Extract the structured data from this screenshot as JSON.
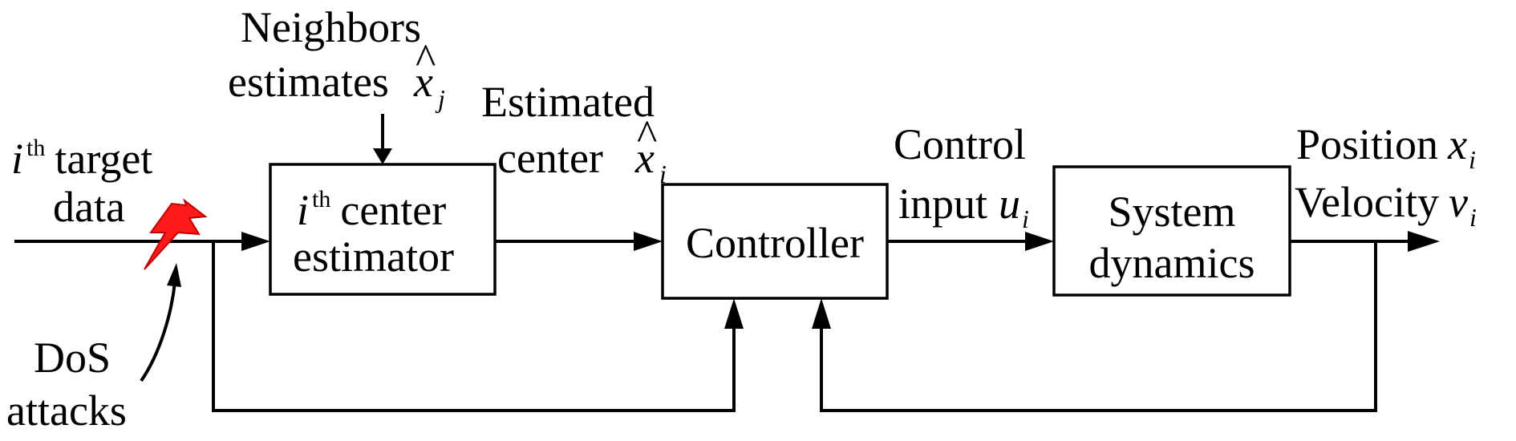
{
  "diagram": {
    "input": {
      "i": "i",
      "th": "th",
      "target": "target",
      "data": "data"
    },
    "neighbors": {
      "line1": "Neighbors",
      "line2": "estimates",
      "x": "x",
      "hat": "^",
      "sub": "j"
    },
    "dos": {
      "line1": "DoS",
      "line2": "attacks"
    },
    "estimator": {
      "i": "i",
      "th": "th",
      "center": "center",
      "line2": "estimator"
    },
    "estimated_center": {
      "line1": "Estimated",
      "line2": "center",
      "x": "x",
      "hat": "^",
      "sub": "i"
    },
    "controller": {
      "label": "Controller"
    },
    "control_input": {
      "line1": "Control",
      "line2": "input",
      "u": "u",
      "sub": "i"
    },
    "system": {
      "line1": "System",
      "line2": "dynamics"
    },
    "output": {
      "position": "Position",
      "x": "x",
      "x_sub": "i",
      "velocity": "Velocity",
      "v": "v",
      "v_sub": "i"
    },
    "colors": {
      "line": "#000000",
      "lightning_fill": "#ff1a1a",
      "lightning_stroke": "#c00000"
    }
  }
}
